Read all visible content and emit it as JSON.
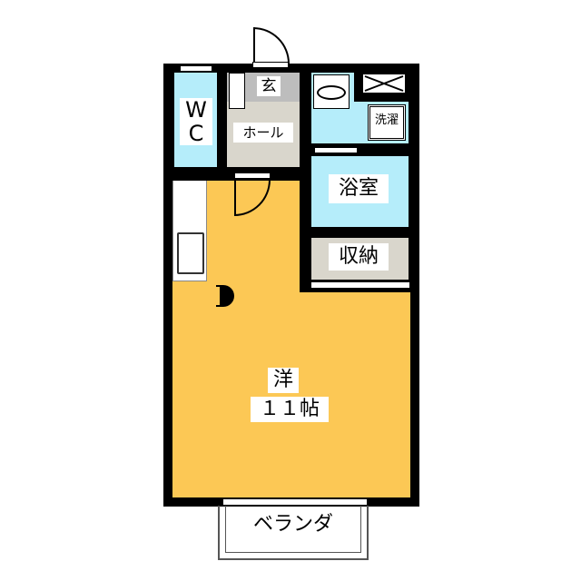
{
  "rooms": {
    "wc": "W\nC",
    "entrance": "玄",
    "hall": "ホール",
    "laundry": "洗濯",
    "bath": "浴室",
    "storage": "収納",
    "western_room_type": "洋",
    "western_room_size": "１１帖",
    "balcony": "ベランダ"
  },
  "colors": {
    "wall": "#000000",
    "western_room": "#FCC855",
    "wet_area": "#B5EDFA",
    "storage": "#D9D6CC",
    "entrance": "#BDBDBD"
  }
}
